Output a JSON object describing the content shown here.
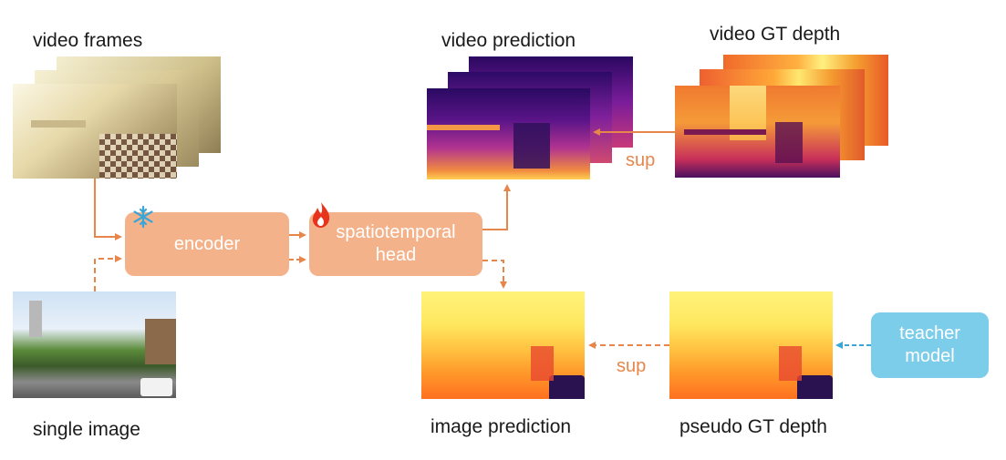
{
  "labels": {
    "video_frames": "video frames",
    "video_prediction": "video prediction",
    "video_gt_depth": "video GT depth",
    "single_image": "single image",
    "image_prediction": "image prediction",
    "pseudo_gt_depth": "pseudo GT depth"
  },
  "boxes": {
    "encoder": "encoder",
    "head_line1": "spatiotemporal",
    "head_line2": "head",
    "teacher_line1": "teacher",
    "teacher_line2": "model"
  },
  "sup_labels": {
    "video": "sup",
    "image": "sup"
  },
  "icons": {
    "encoder": "snowflake-icon",
    "head": "flame-icon"
  },
  "colors": {
    "arrow_orange": "#e6864a",
    "box_orange": "#f4b28a",
    "teacher_blue": "#7ccdea",
    "teacher_arrow": "#3aa6d8"
  }
}
